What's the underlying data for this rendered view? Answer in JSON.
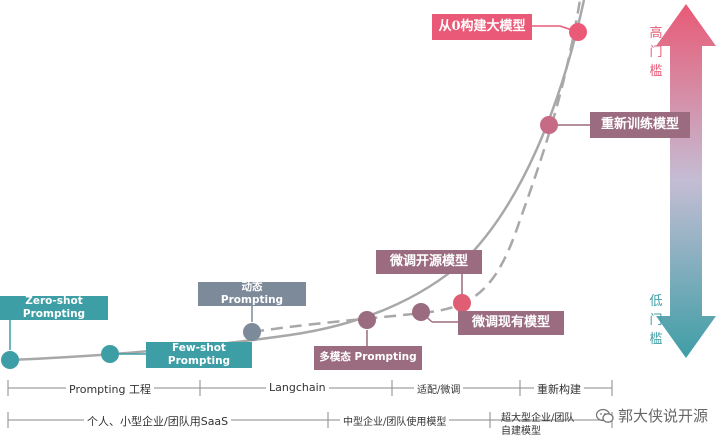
{
  "labels": {
    "zero_shot": "Zero-shot\nPrompting",
    "few_shot": "Few-shot\nPrompting",
    "dynamic": "动态\nPrompting",
    "multimodal": "多模态 Prompting",
    "finetune_open": "微调开源模型",
    "finetune_existing": "微调现有模型",
    "retrain": "重新训练模型",
    "build_from_zero": "从0构建大模型"
  },
  "threshold": {
    "high": "高\n门\n槛",
    "low": "低\n门\n槛"
  },
  "axis": {
    "row1": [
      "Prompting 工程",
      "Langchain",
      "适配/微调",
      "重新构建"
    ],
    "row2": [
      "个人、小型企业/团队用SaaS",
      "中型企业/团队使用模型",
      "超大型企业/团队\n自建模型"
    ]
  },
  "watermark": "郭大侠说开源",
  "colors": {
    "teal": "#3e9ea6",
    "slate": "#7c8a99",
    "mauve": "#9b6b7f",
    "pink": "#ea5a78",
    "curve": "#a8a8a8",
    "arrow_top": "#e85a76",
    "arrow_mid": "#c4bdd4",
    "arrow_bottom": "#3e9ea6"
  }
}
